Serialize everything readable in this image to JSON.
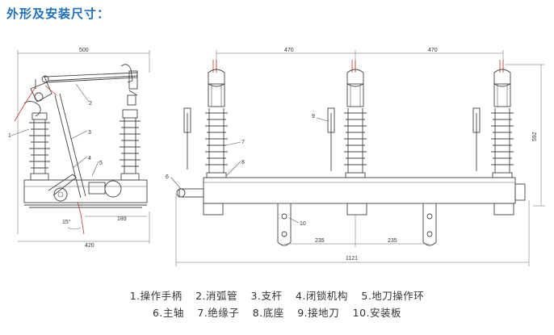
{
  "title": "外形及安装尺寸：",
  "dimensions": {
    "side_width": "500",
    "base_length": "189",
    "base_total": "420",
    "angle": "15°",
    "pole_span_left": "470",
    "pole_span_right": "470",
    "height": "592",
    "mount_left": "235",
    "mount_right": "235",
    "total_length": "1121"
  },
  "callouts": [
    "1",
    "2",
    "3",
    "4",
    "5",
    "6",
    "7",
    "8",
    "9",
    "10"
  ],
  "legend_row1": [
    "1.操作手柄",
    "2.消弧管",
    "3.支杆",
    "4.闭锁机构",
    "5.地刀操作环"
  ],
  "legend_row2": [
    "6.主轴",
    "7.绝缘子",
    "8.底座",
    "9.接地刀",
    "10.安装板"
  ]
}
